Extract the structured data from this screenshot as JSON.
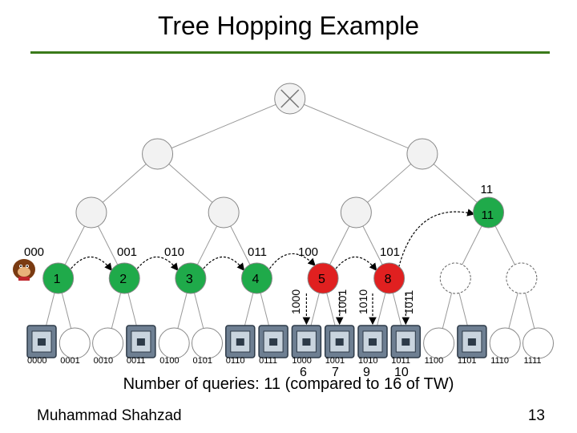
{
  "title": "Tree Hopping Example",
  "caption": "Number of queries: 11 (compared to 16 of TW)",
  "author": "Muhammad Shahzad",
  "page_number": "13",
  "colors": {
    "green": "#1faa4a",
    "red": "#e02020",
    "gray_node": "#f2f2f2",
    "rule": "#3a7a1a"
  },
  "leaf_labels": [
    "0000",
    "0001",
    "0010",
    "0011",
    "0100",
    "0101",
    "0110",
    "0111",
    "1000",
    "1001",
    "1010",
    "1011",
    "1100",
    "1101",
    "1110",
    "1111"
  ],
  "tags_present": [
    0,
    3,
    6,
    7,
    8,
    9,
    10,
    11,
    13
  ],
  "level3_prefixes": [
    "000",
    "001",
    "010",
    "011",
    "100",
    "101"
  ],
  "level4_vertical": [
    "1000",
    "1001",
    "1010",
    "1011"
  ],
  "green_nodes": [
    {
      "id": "g1",
      "label": "1"
    },
    {
      "id": "g2",
      "label": "2"
    },
    {
      "id": "g3",
      "label": "3"
    },
    {
      "id": "g4",
      "label": "4"
    },
    {
      "id": "g11",
      "label": "11"
    }
  ],
  "red_nodes": [
    {
      "id": "r5",
      "label": "5"
    },
    {
      "id": "r8",
      "label": "8"
    }
  ],
  "level2_label": "11",
  "bottom_numbers": [
    "6",
    "7",
    "9",
    "10"
  ],
  "icons": {
    "start": "donkey-kong-icon",
    "tag": "rfid-tag-icon",
    "root": "collision-x-icon"
  }
}
